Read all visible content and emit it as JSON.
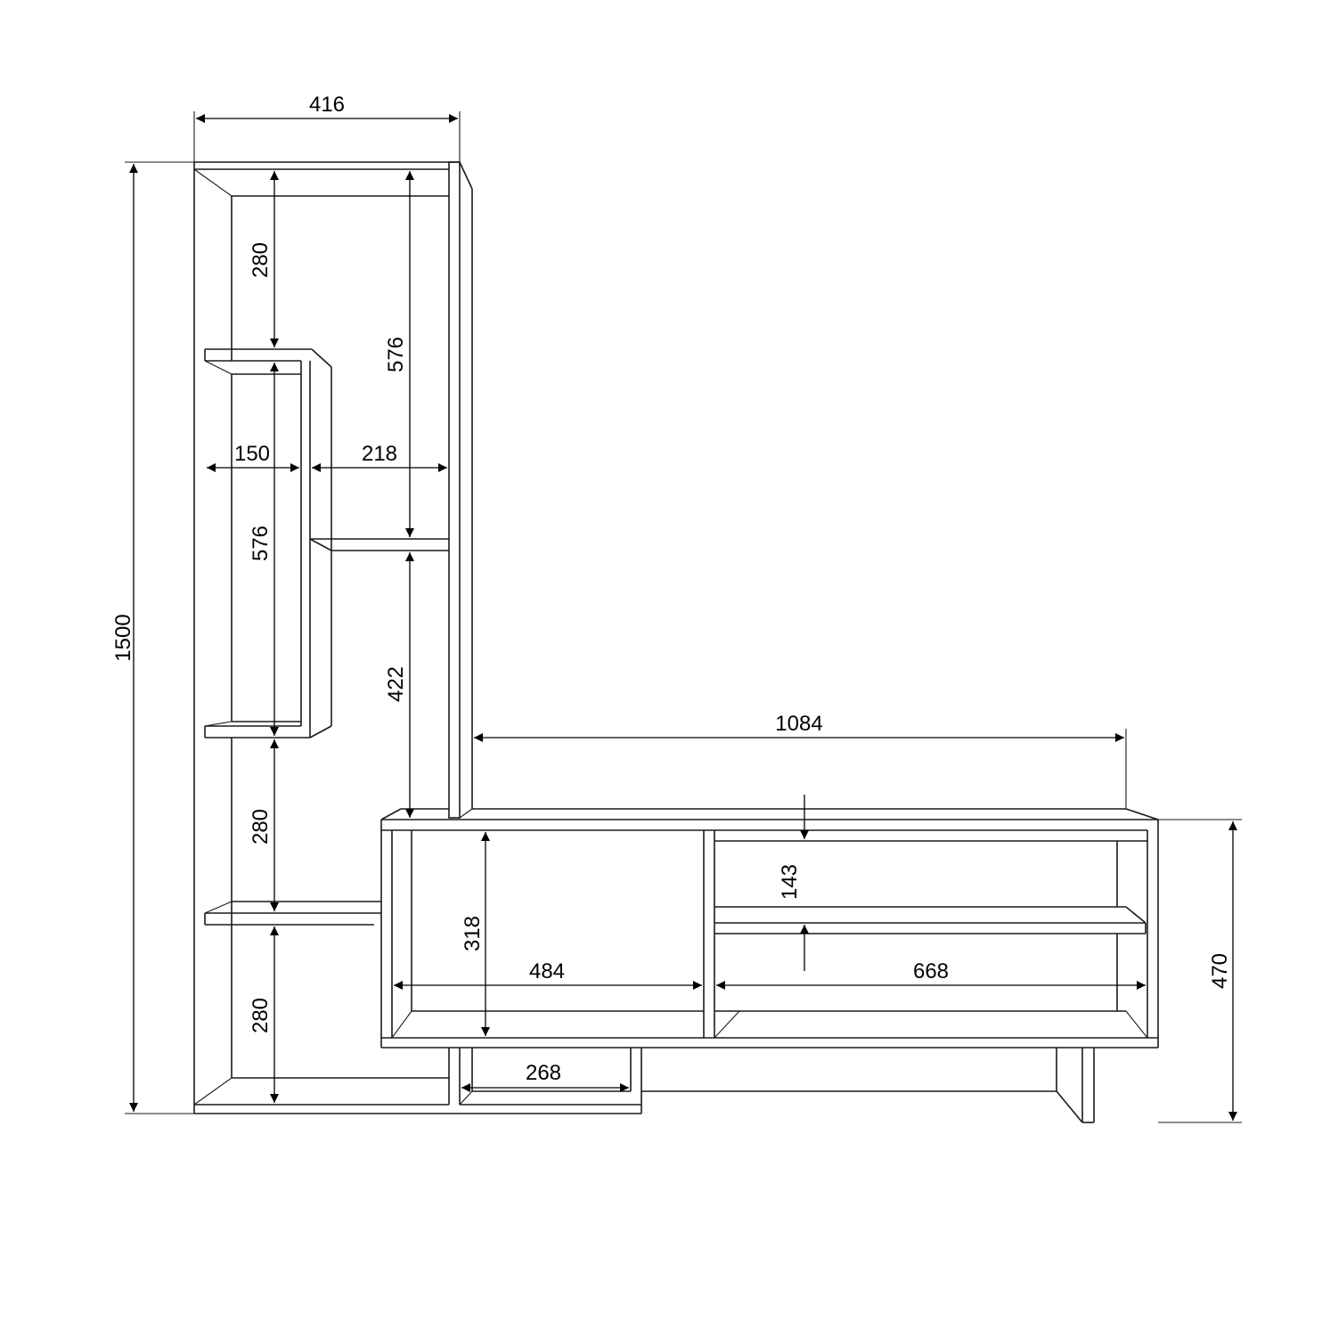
{
  "dimensions": {
    "overall_height": "1500",
    "tower_width": "416",
    "top_compartment_height": "280",
    "upper_right_height": "576",
    "box_inner_width": "150",
    "right_gap_width": "218",
    "box_height": "576",
    "lower_right_height": "422",
    "middle_compartment_height": "280",
    "bottom_compartment_height": "280",
    "cabinet_top_width": "1084",
    "shelf_gap_height": "143",
    "left_opening_height": "318",
    "left_opening_width": "484",
    "right_opening_width": "668",
    "base_shelf_width": "268",
    "cabinet_height": "470"
  }
}
